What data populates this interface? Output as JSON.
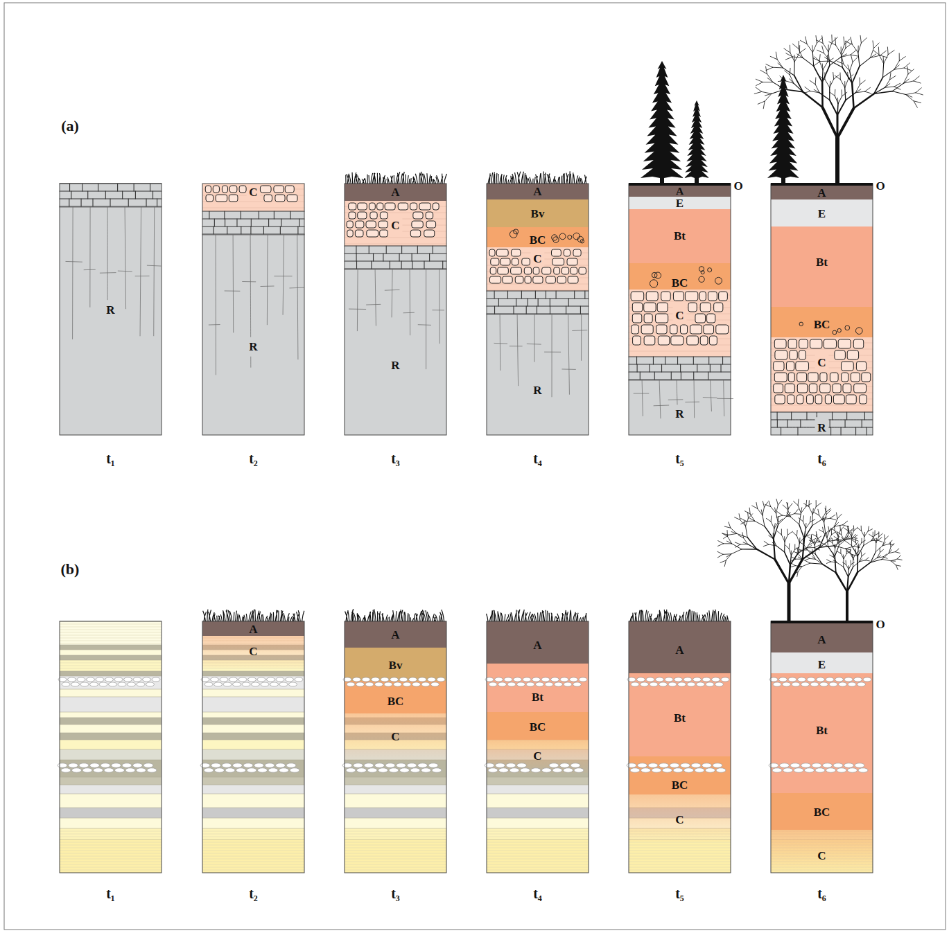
{
  "diagram": {
    "nodes": [
      {
        "text": [
          "R"
        ]
      },
      {
        "text": [
          "C"
        ]
      },
      {
        "text": [
          "R"
        ]
      },
      {
        "text": [
          "A"
        ]
      },
      {
        "text": [
          "C"
        ]
      },
      {
        "text": [
          "R"
        ]
      },
      {
        "text": [
          "A"
        ]
      },
      {
        "text": [
          "Bv"
        ]
      },
      {
        "text": [
          "BC"
        ]
      },
      {
        "text": [
          "C"
        ]
      },
      {
        "text": [
          "R"
        ]
      },
      {
        "text": [
          "A"
        ]
      },
      {
        "text": [
          "E"
        ]
      },
      {
        "text": [
          "Bt"
        ]
      },
      {
        "text": [
          "BC"
        ]
      },
      {
        "text": [
          "C"
        ]
      },
      {
        "text": [
          "R"
        ]
      },
      {
        "text": [
          "A"
        ]
      },
      {
        "text": [
          "E"
        ]
      },
      {
        "text": [
          "Bt"
        ]
      },
      {
        "text": [
          "BC"
        ]
      },
      {
        "text": [
          "C"
        ]
      },
      {
        "text": [
          "R"
        ]
      },
      {
        "text": [
          "A"
        ]
      },
      {
        "text": [
          "C"
        ]
      },
      {
        "text": [
          "A"
        ]
      },
      {
        "text": [
          "Bv"
        ]
      },
      {
        "text": [
          "BC"
        ]
      },
      {
        "text": [
          "C"
        ]
      },
      {
        "text": [
          "A"
        ]
      },
      {
        "text": [
          "Bt"
        ]
      },
      {
        "text": [
          "BC"
        ]
      },
      {
        "text": [
          "C"
        ]
      },
      {
        "text": [
          "A"
        ]
      },
      {
        "text": [
          "Bt"
        ]
      },
      {
        "text": [
          "BC"
        ]
      },
      {
        "text": [
          "C"
        ]
      },
      {
        "text": [
          "A"
        ]
      },
      {
        "text": [
          "E"
        ]
      },
      {
        "text": [
          "Bt"
        ]
      },
      {
        "text": [
          "BC"
        ]
      },
      {
        "text": [
          "C"
        ]
      }
    ],
    "labels": [
      "(a)",
      "O",
      "O",
      "t₁",
      "t₂",
      "t₃",
      "t₄",
      "t₅",
      "t₆",
      "(b)",
      "O",
      "t₁",
      "t₂",
      "t₃",
      "t₄",
      "t₅",
      "t₆"
    ]
  }
}
